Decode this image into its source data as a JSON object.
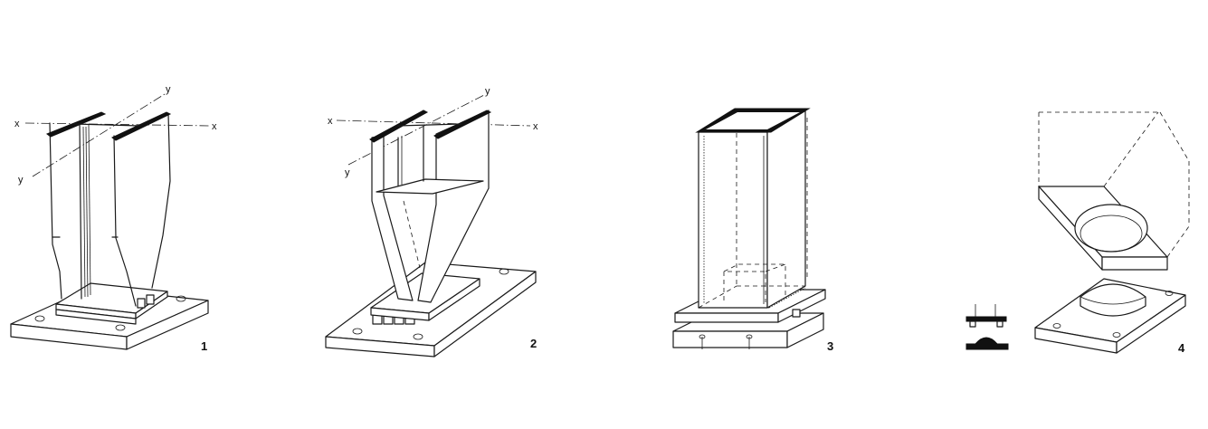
{
  "figures": [
    {
      "number": "1",
      "axis_labels": [
        "x",
        "x",
        "y",
        "y"
      ]
    },
    {
      "number": "2",
      "axis_labels": [
        "x",
        "x",
        "y",
        "y"
      ]
    },
    {
      "number": "3"
    },
    {
      "number": "4"
    }
  ]
}
